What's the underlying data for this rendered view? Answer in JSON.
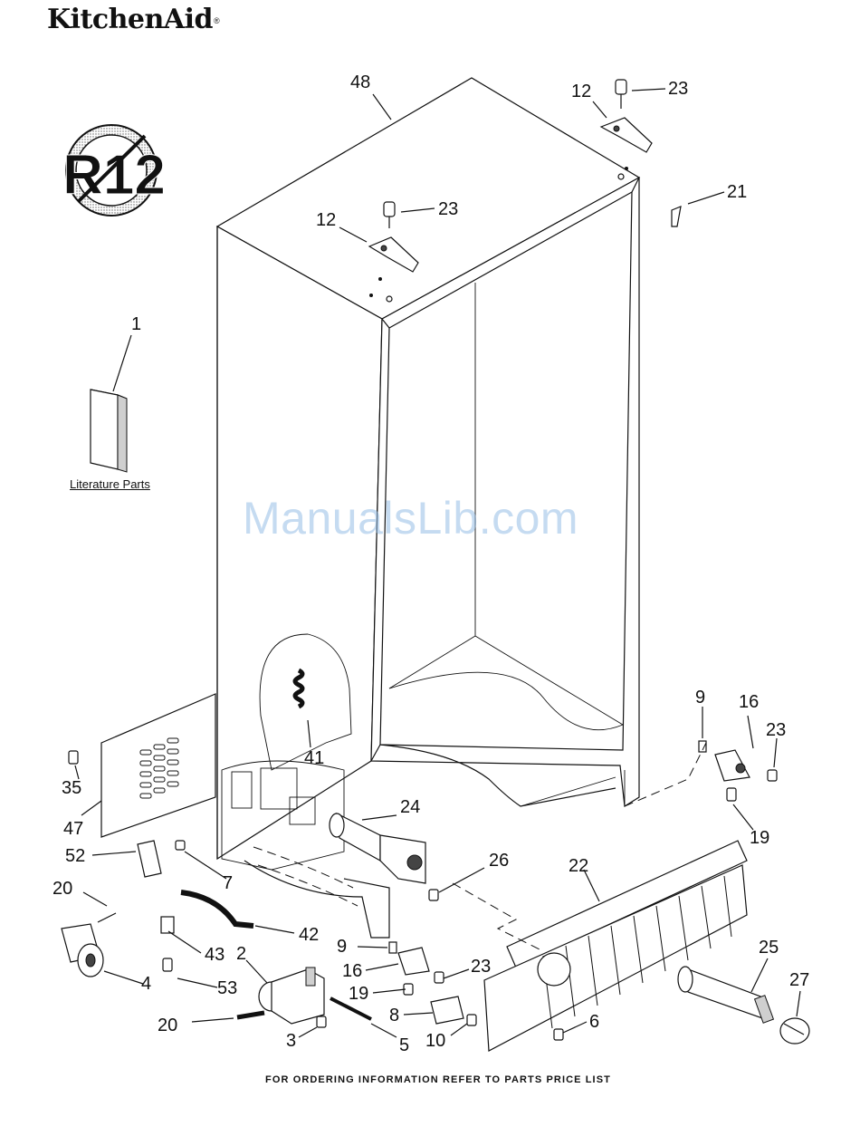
{
  "header": {
    "brand": "KitchenAid",
    "brand_mark": "®"
  },
  "badge": {
    "text": "R12"
  },
  "literature_label": "Literature Parts",
  "watermark": "ManualsLib.com",
  "footer": "FOR ORDERING INFORMATION REFER TO PARTS PRICE LIST",
  "callouts": {
    "c48": "48",
    "c12a": "12",
    "c23a": "23",
    "c21": "21",
    "c12b": "12",
    "c23b": "23",
    "c1": "1",
    "c41": "41",
    "c9a": "9",
    "c16a": "16",
    "c23c": "23",
    "c19a": "19",
    "c35": "35",
    "c47": "47",
    "c24": "24",
    "c52": "52",
    "c7": "7",
    "c26": "26",
    "c22": "22",
    "c20a": "20",
    "c42": "42",
    "c9b": "9",
    "c16b": "16",
    "c43": "43",
    "c2": "2",
    "c23d": "23",
    "c25": "25",
    "c27": "27",
    "c4": "4",
    "c53": "53",
    "c19b": "19",
    "c8": "8",
    "c6": "6",
    "c20b": "20",
    "c3": "3",
    "c5": "5",
    "c10": "10"
  }
}
